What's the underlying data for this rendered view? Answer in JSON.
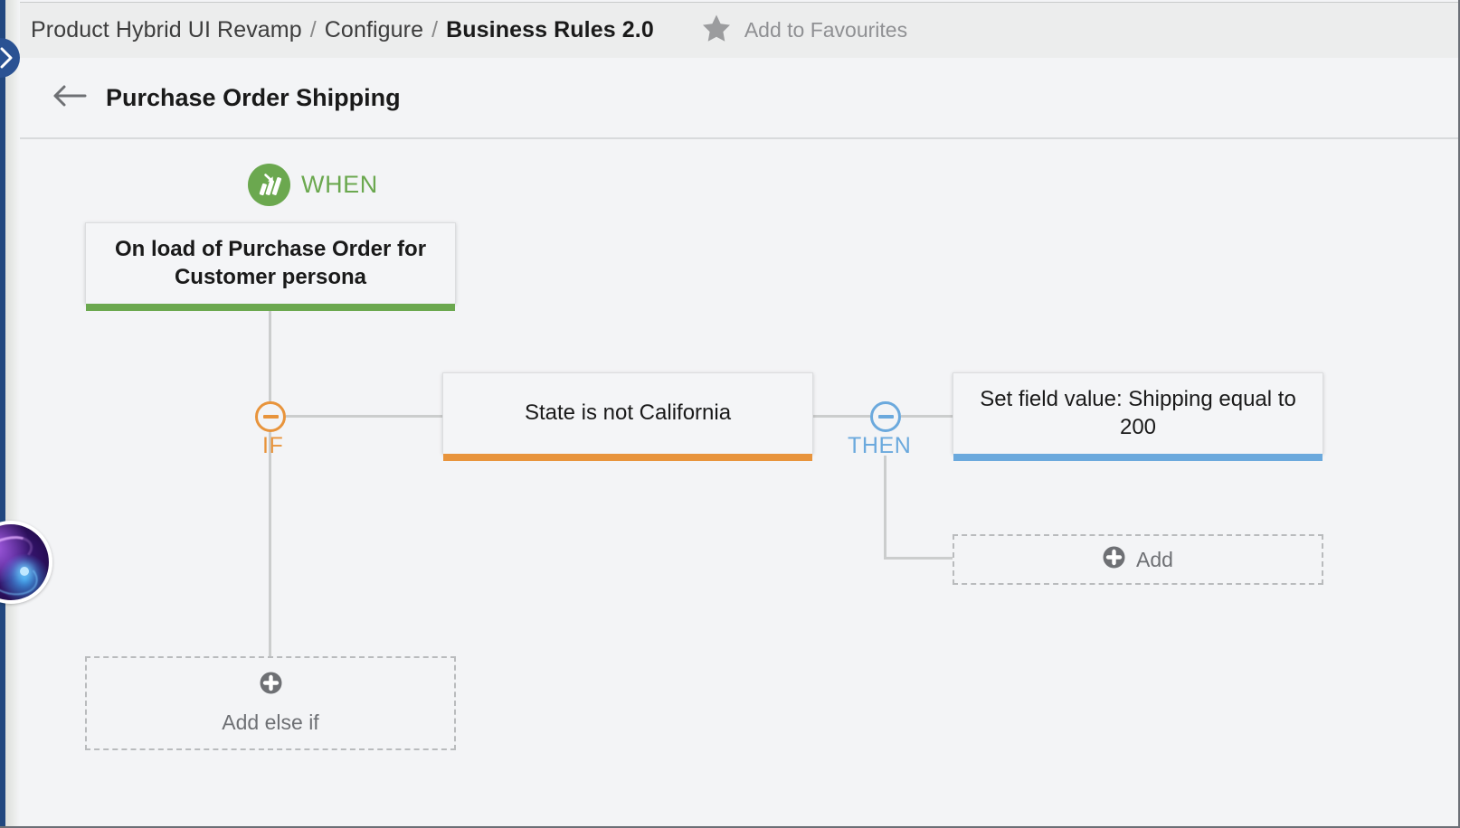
{
  "colors": {
    "rail": "#21477f",
    "accent_blue": "#2a5293",
    "when_green": "#6ba84f",
    "if_orange": "#e8943c",
    "then_blue": "#6ba9dd",
    "canvas_bg": "#f3f4f6",
    "crumb_bg": "#eceded",
    "connector": "#cbcdcd",
    "dashed_border": "#b9bbbd"
  },
  "rail": {
    "expand_icon": "chevron-right-icon",
    "assistant_icon": "ai-assistant-orb-icon"
  },
  "breadcrumb": {
    "items": [
      {
        "label": "Product Hybrid UI Revamp",
        "current": false
      },
      {
        "label": "Configure",
        "current": false
      },
      {
        "label": "Business Rules 2.0",
        "current": true
      }
    ],
    "separator": "/",
    "favourite": {
      "icon": "star-icon",
      "label": "Add to Favourites"
    }
  },
  "header": {
    "back_icon": "arrow-left-icon",
    "title": "Purchase Order Shipping"
  },
  "flow": {
    "when": {
      "icon": "on-load-trigger-icon",
      "badge_label": "WHEN",
      "card_text": "On load of Purchase Order for Customer persona",
      "accent": "#6ba84f"
    },
    "if": {
      "node_icon": "minus-circle-icon",
      "label": "IF",
      "accent": "#e8943c",
      "condition_text": "State is not California"
    },
    "then": {
      "node_icon": "minus-circle-icon",
      "label": "THEN",
      "accent": "#6ba9dd",
      "action_text": "Set field value: Shipping equal to 200",
      "add_button": {
        "icon": "plus-circle-icon",
        "label": "Add"
      }
    },
    "else_if": {
      "icon": "plus-circle-icon",
      "label": "Add else if"
    }
  }
}
